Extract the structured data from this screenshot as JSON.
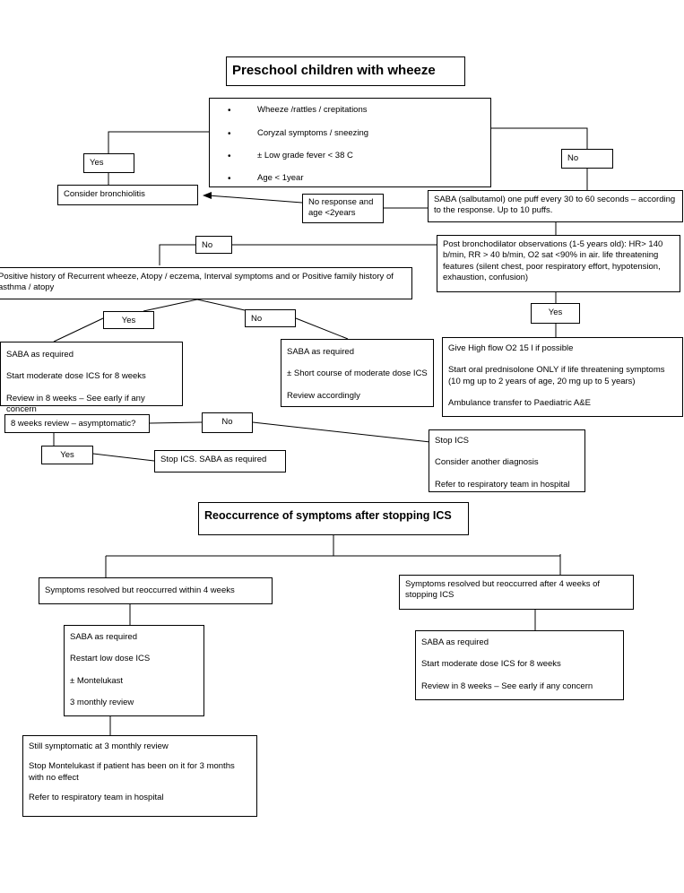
{
  "title": "Preschool children with wheeze",
  "criteria": [
    "Wheeze /rattles / crepitations",
    "Coryzal symptoms / sneezing",
    "± Low grade fever < 38 C",
    "Age < 1year"
  ],
  "bullet": "•",
  "yes": "Yes",
  "no": "No",
  "consider_bronchiolitis": "Consider bronchiolitis",
  "no_response": "No response and age <2years",
  "saba_trial": "SABA (salbutamol) one puff every 30 to 60 seconds – according to the response. Up to 10 puffs.",
  "post_bd_obs": "Post bronchodilator observations (1-5 years old): HR> 140 b/min, RR > 40 b/min, O2 sat <90% in air. life threatening features (silent chest, poor respiratory effort, hypotension, exhaustion, confusion)",
  "positive_history": "Positive history of Recurrent wheeze, Atopy / eczema, Interval symptoms and or Positive family history of asthma / atopy",
  "yes_plan": [
    "SABA as required",
    "Start moderate dose ICS for 8 weeks",
    "Review in 8 weeks – See early if any concern"
  ],
  "no_plan": [
    "SABA as required",
    "± Short course of moderate dose ICS",
    "Review accordingly"
  ],
  "severe_plan": [
    "Give High flow O2 15 l if possible",
    "Start oral prednisolone ONLY if life threatening symptoms (10 mg up to 2 years of age, 20 mg up to 5 years)",
    "Ambulance transfer to Paediatric A&E"
  ],
  "review_8wk": "8 weeks review – asymptomatic?",
  "stop_ics_saba": "Stop ICS. SABA as required",
  "stop_ics_plan": [
    "Stop ICS",
    "Consider another diagnosis",
    "Refer to respiratory team in hospital"
  ],
  "reoccurrence_title": "Reoccurrence of symptoms after stopping ICS",
  "within_4wk": "Symptoms resolved but reoccurred within 4 weeks",
  "after_4wk": "Symptoms resolved but reoccurred after 4 weeks of stopping ICS",
  "within_plan": [
    "SABA as required",
    "Restart low dose ICS",
    "± Montelukast",
    "3 monthly review"
  ],
  "after_plan": [
    "SABA as required",
    "Start moderate dose ICS for 8 weeks",
    "Review in 8 weeks – See early if any concern"
  ],
  "still_plan": [
    "Still symptomatic at 3 monthly review",
    "Stop Montelukast if patient has been on it for 3 months with no effect",
    "Refer to respiratory team in hospital"
  ]
}
